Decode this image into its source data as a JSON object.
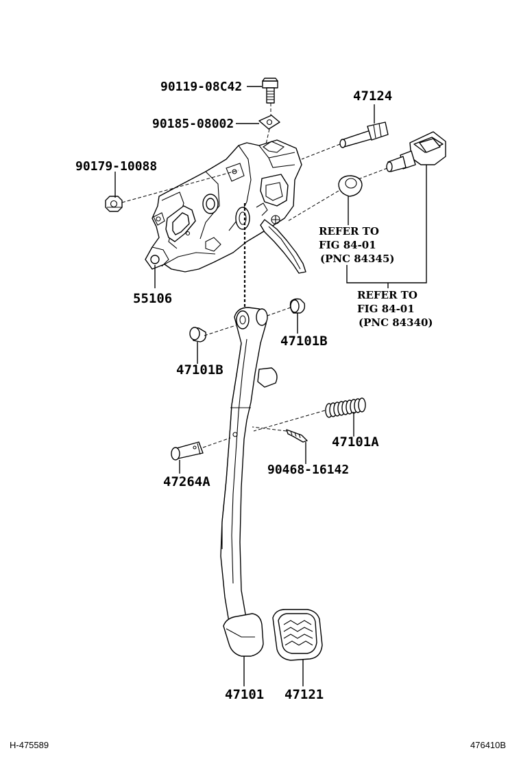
{
  "labels": {
    "bolt": "90119-08C42",
    "nut_plate": "90185-08002",
    "nut": "90179-10088",
    "pin_shaft": "47124",
    "bracket": "55106",
    "bushing_right": "47101B",
    "bushing_left": "47101B",
    "spring": "47101A",
    "clip": "90468-16142",
    "pin": "47264A",
    "pedal": "47101",
    "pad": "47121"
  },
  "refer_a": {
    "line1": "REFER TO",
    "line2": "FIG 84-01",
    "line3": "(PNC 84345)"
  },
  "refer_b": {
    "line1": "REFER TO",
    "line2": "FIG 84-01",
    "line3": "(PNC 84340)"
  },
  "footer": {
    "left": "H-475589",
    "right": "476410B"
  }
}
